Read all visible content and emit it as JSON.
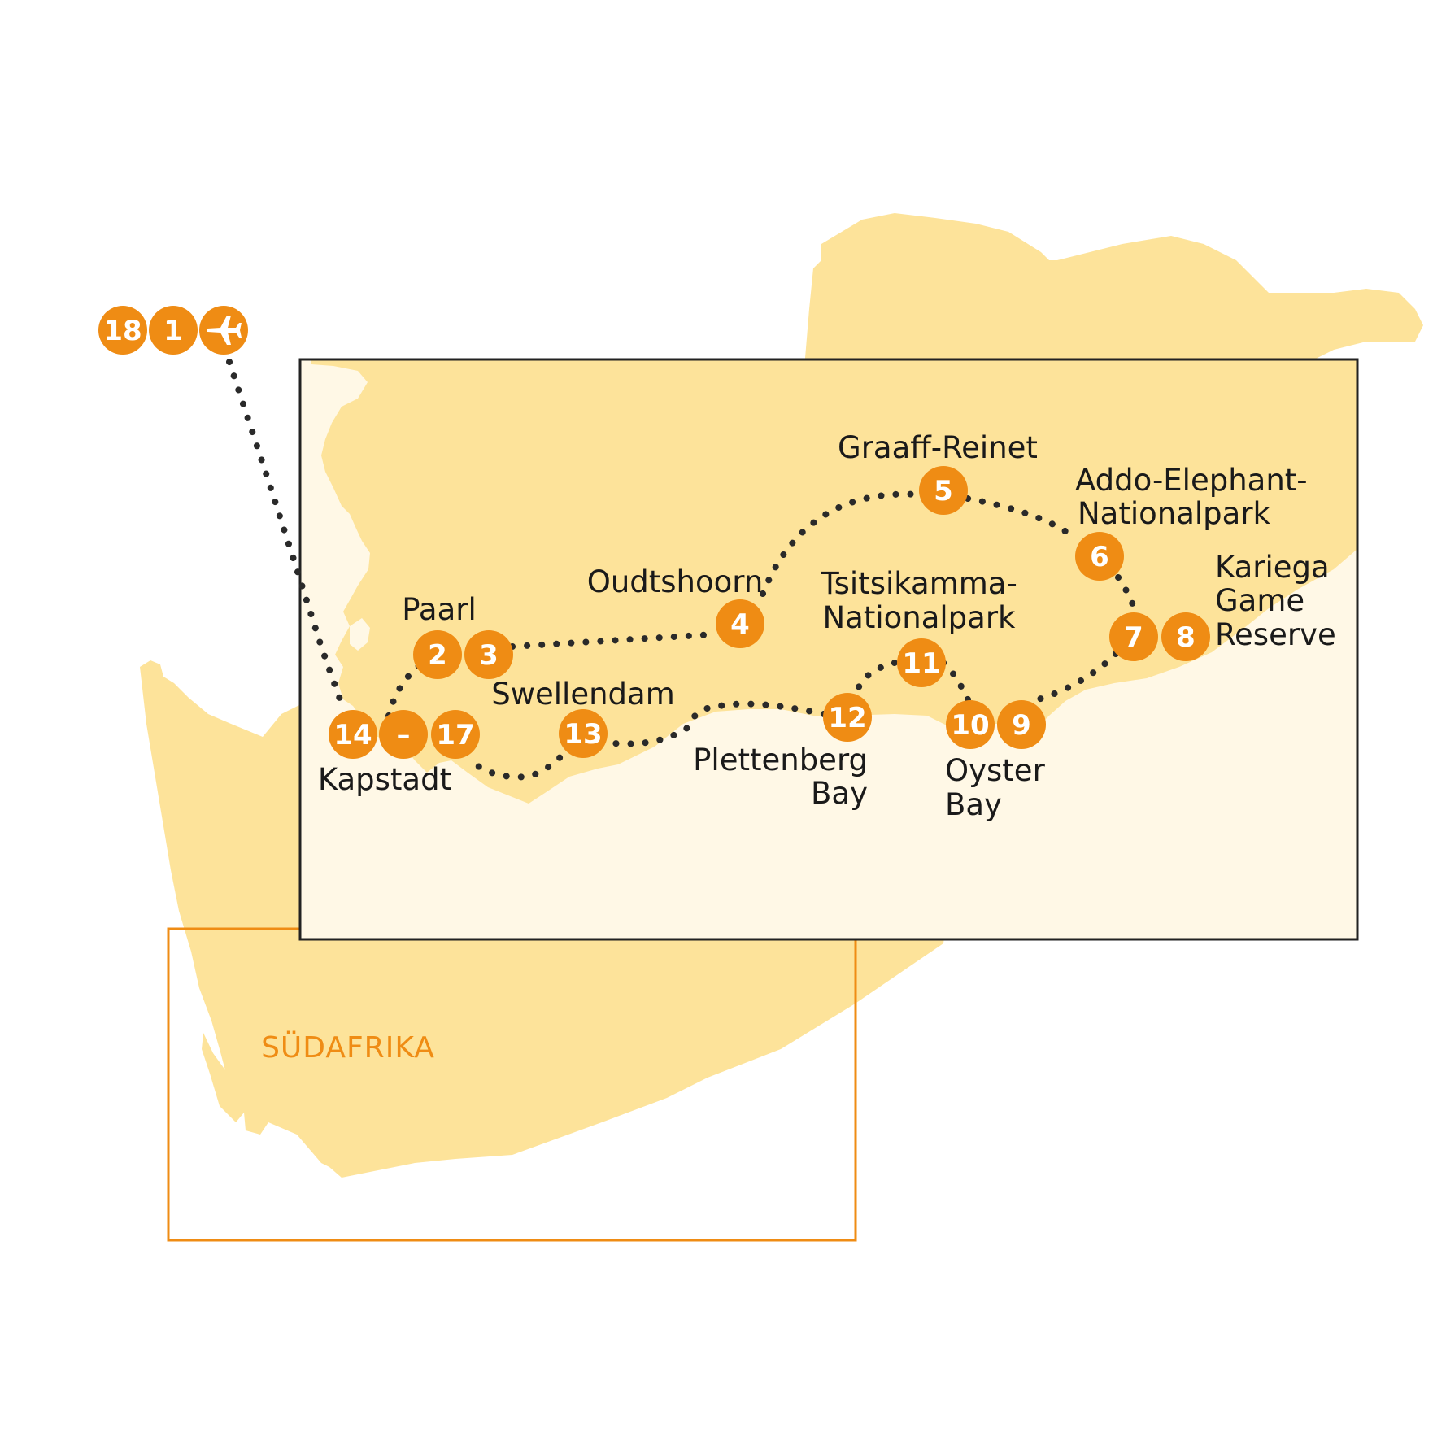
{
  "colors": {
    "land": "#fde39a",
    "sea_inset": "#fff8e6",
    "marker": "#ef8c14",
    "country_text": "#ef8c14",
    "route": "#2a2a2a",
    "frame": "#222222",
    "overview_frame": "#ef8c14"
  },
  "country": {
    "label": "SÜDAFRIKA"
  },
  "flight": {
    "icon": "airplane-icon",
    "days": [
      "18",
      "1"
    ]
  },
  "stops": [
    {
      "id": "kapstadt-14",
      "num": "14"
    },
    {
      "id": "kapstadt-15-16",
      "num": "–"
    },
    {
      "id": "kapstadt-17",
      "num": "17"
    },
    {
      "id": "paarl-2",
      "num": "2"
    },
    {
      "id": "paarl-3",
      "num": "3"
    },
    {
      "id": "oudtshoorn",
      "num": "4"
    },
    {
      "id": "graaff-reinet",
      "num": "5"
    },
    {
      "id": "addo",
      "num": "6"
    },
    {
      "id": "kariega-7",
      "num": "7"
    },
    {
      "id": "kariega-8",
      "num": "8"
    },
    {
      "id": "oyster-9",
      "num": "9"
    },
    {
      "id": "oyster-10",
      "num": "10"
    },
    {
      "id": "tsitsikamma",
      "num": "11"
    },
    {
      "id": "plettenberg",
      "num": "12"
    },
    {
      "id": "swellendam",
      "num": "13"
    }
  ],
  "labels": {
    "kapstadt": "Kapstadt",
    "paarl": "Paarl",
    "swellendam": "Swellendam",
    "oudtshoorn": "Oudtshoorn",
    "graaff_reinet": "Graaff-Reinet",
    "addo_1": "Addo-Elephant-",
    "addo_2": "Nationalpark",
    "kariega_1": "Kariega",
    "kariega_2": "Game",
    "kariega_3": "Reserve",
    "tsitsikamma_1": "Tsitsikamma-",
    "tsitsikamma_2": "Nationalpark",
    "plettenberg_1": "Plettenberg",
    "plettenberg_2": "Bay",
    "oyster_1": "Oyster",
    "oyster_2": "Bay"
  }
}
